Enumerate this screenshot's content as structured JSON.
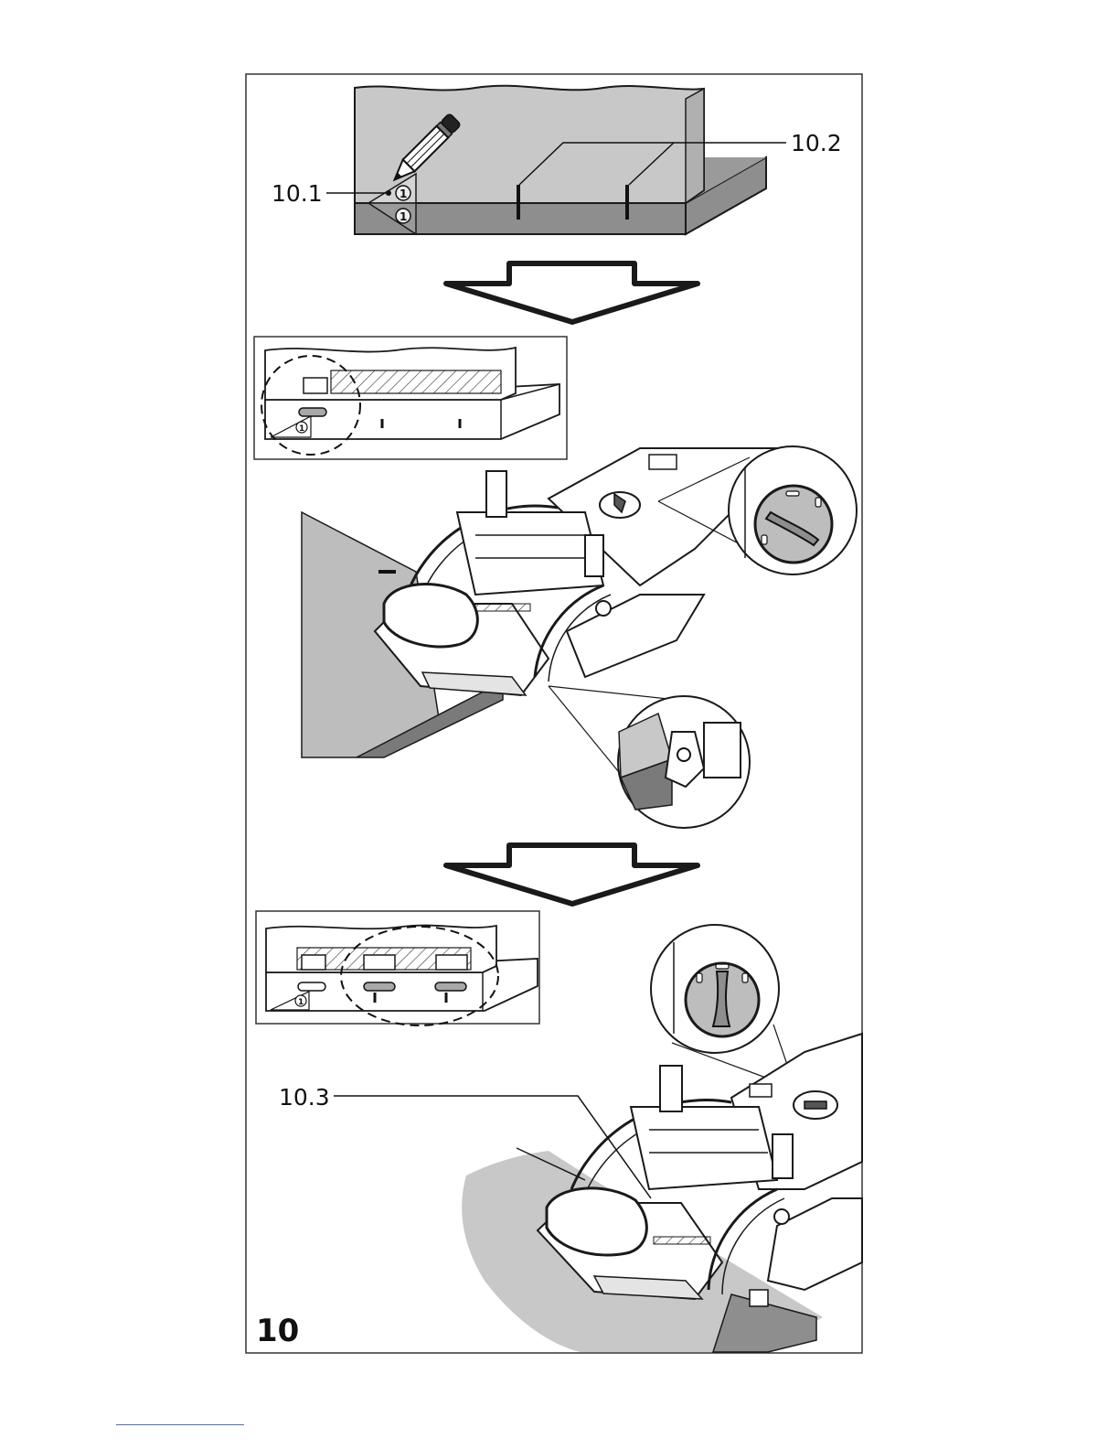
{
  "figure": {
    "number": "10",
    "callouts": {
      "c10_1": "10.1",
      "c10_2": "10.2",
      "c10_3": "10.3"
    },
    "mark_symbol": "①"
  },
  "colors": {
    "stroke": "#1a1a1a",
    "workpiece_light": "#c8c8c8",
    "workpiece_dark": "#8e8e8e",
    "panel_grey": "#bdbdbd",
    "slot_fill": "#a8a8a8",
    "footer_rule": "#4a6fb5"
  },
  "icons": [
    "pencil-icon",
    "down-arrow-icon",
    "depth-knob-icon"
  ]
}
